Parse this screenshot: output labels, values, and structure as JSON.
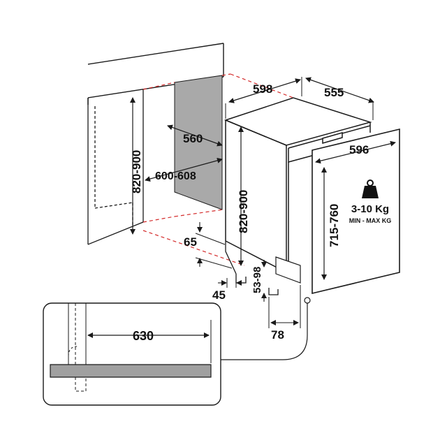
{
  "colors": {
    "line": "#1a1a1a",
    "dimension_text": "#111111",
    "guide_red": "#d42a2a",
    "niche_panel": "#a9a9a9",
    "detail_bar": "#a0a0a0"
  },
  "dimensions": {
    "appliance_width": "598",
    "appliance_depth": "555",
    "niche_depth": "560",
    "niche_width": "600-608",
    "niche_height": "820-900",
    "appliance_height": "820-900",
    "door_width": "596",
    "door_height": "715-760",
    "plinth_height": "65",
    "foot_height": "53-98",
    "plinth_recess": "45",
    "foot_offset": "78",
    "detail_width": "630"
  },
  "door_weight": {
    "value": "3-10 Kg",
    "caption": "MIN - MAX KG",
    "icon": "weight-icon"
  }
}
